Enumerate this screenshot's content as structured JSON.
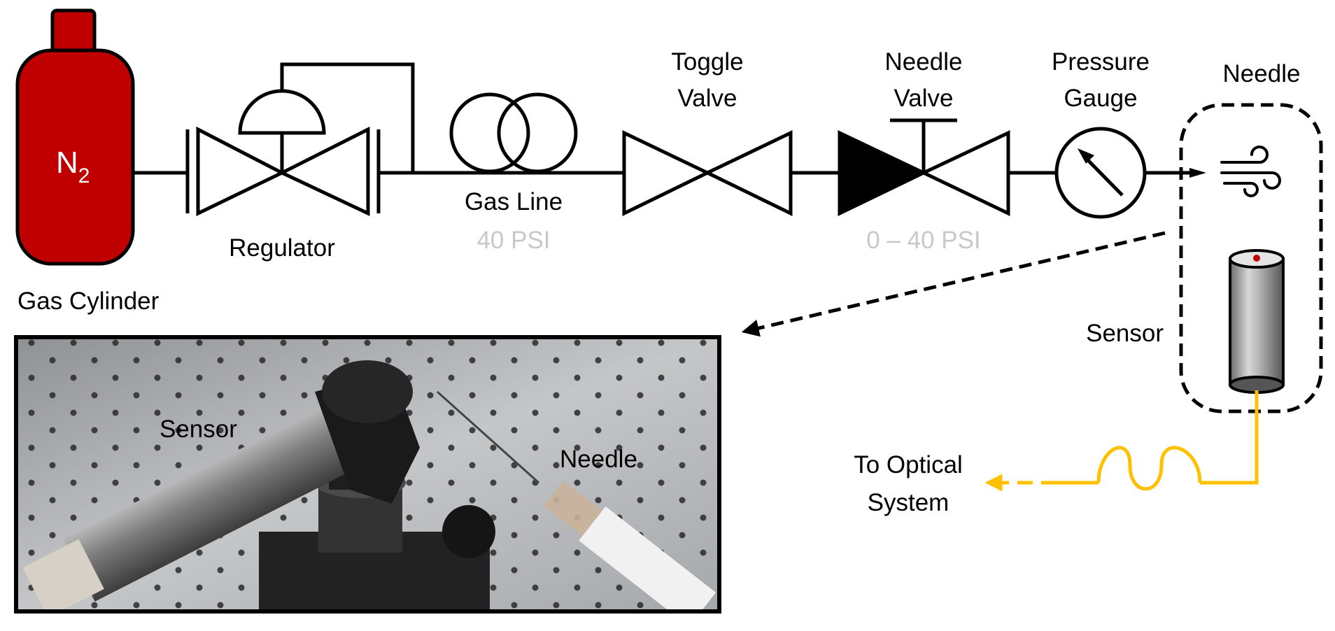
{
  "diagram": {
    "labels": {
      "gas_cylinder": "Gas Cylinder",
      "n2_main": "N",
      "n2_sub": "2",
      "regulator": "Regulator",
      "gas_line": "Gas Line",
      "gas_line_pressure": "40 PSI",
      "toggle_valve_1": "Toggle",
      "toggle_valve_2": "Valve",
      "needle_valve_1": "Needle",
      "needle_valve_2": "Valve",
      "needle_valve_pressure": "0 – 40 PSI",
      "pressure_gauge_1": "Pressure",
      "pressure_gauge_2": "Gauge",
      "needle": "Needle",
      "sensor": "Sensor",
      "optical_1": "To Optical",
      "optical_2": "System"
    },
    "photo_labels": {
      "sensor": "Sensor",
      "needle": "Needle"
    },
    "colors": {
      "cylinder": "#c00000",
      "fiber": "#ffc000",
      "pressure_text": "#c8c8c8",
      "line": "#000000",
      "table": "#b9bbbd",
      "sensor_dot": "#c00000"
    }
  }
}
